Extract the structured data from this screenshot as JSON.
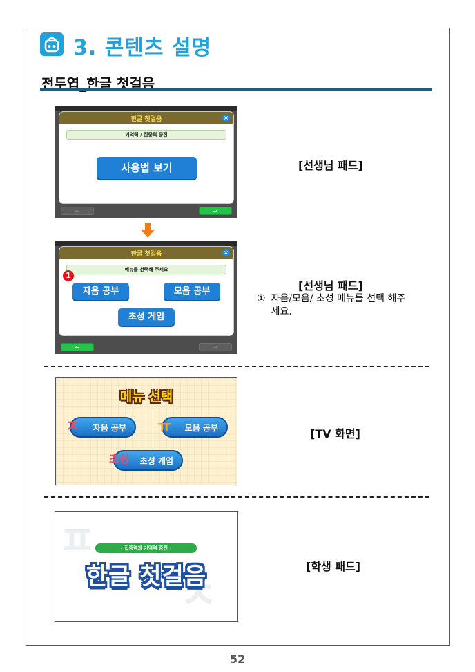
{
  "header": {
    "icon": "robot-icon",
    "section_title": "3. 콘텐츠 설명",
    "subtitle": "전두엽_한글 첫걸음"
  },
  "teacher_pad_1": {
    "panel_title": "한글 첫걸음",
    "banner": "기억력 / 집중력 증진",
    "main_button": "사용법 보기",
    "prev_arrow": "←",
    "next_arrow": "→",
    "close": "×",
    "caption": "[선생님 패드]"
  },
  "teacher_pad_2": {
    "panel_title": "한글 첫걸음",
    "banner": "메뉴를 선택해 주세요",
    "badge": "1",
    "buttons": [
      "자음 공부",
      "모음 공부",
      "초성 게임"
    ],
    "prev_arrow": "←",
    "next_arrow": "→",
    "close": "×",
    "caption": "[선생님 패드]",
    "note_num": "①",
    "note_text": "자음/모음/ 초성 메뉴를 선택 해주세요."
  },
  "tv_screen": {
    "title": "메뉴 선택",
    "buttons": [
      {
        "glyph": "ㅈ",
        "label": "자음 공부"
      },
      {
        "glyph": "ㅠ",
        "label": "모음 공부"
      },
      {
        "glyph": "초성",
        "label": "초성 게임"
      }
    ],
    "caption": "[TV 화면]"
  },
  "student_pad": {
    "pill": "- 집중력과 기억력 증진 -",
    "title": "한글 첫걸음",
    "caption": "[학생 패드]"
  },
  "footer": {
    "page_number": "52"
  },
  "colors": {
    "accent": "#1fa3dd",
    "underline": "#1f5d7e",
    "button_blue": "#1f80d6",
    "nav_green": "#27c24c",
    "badge_red": "#e0141b",
    "arrow_orange": "#f07c22"
  }
}
